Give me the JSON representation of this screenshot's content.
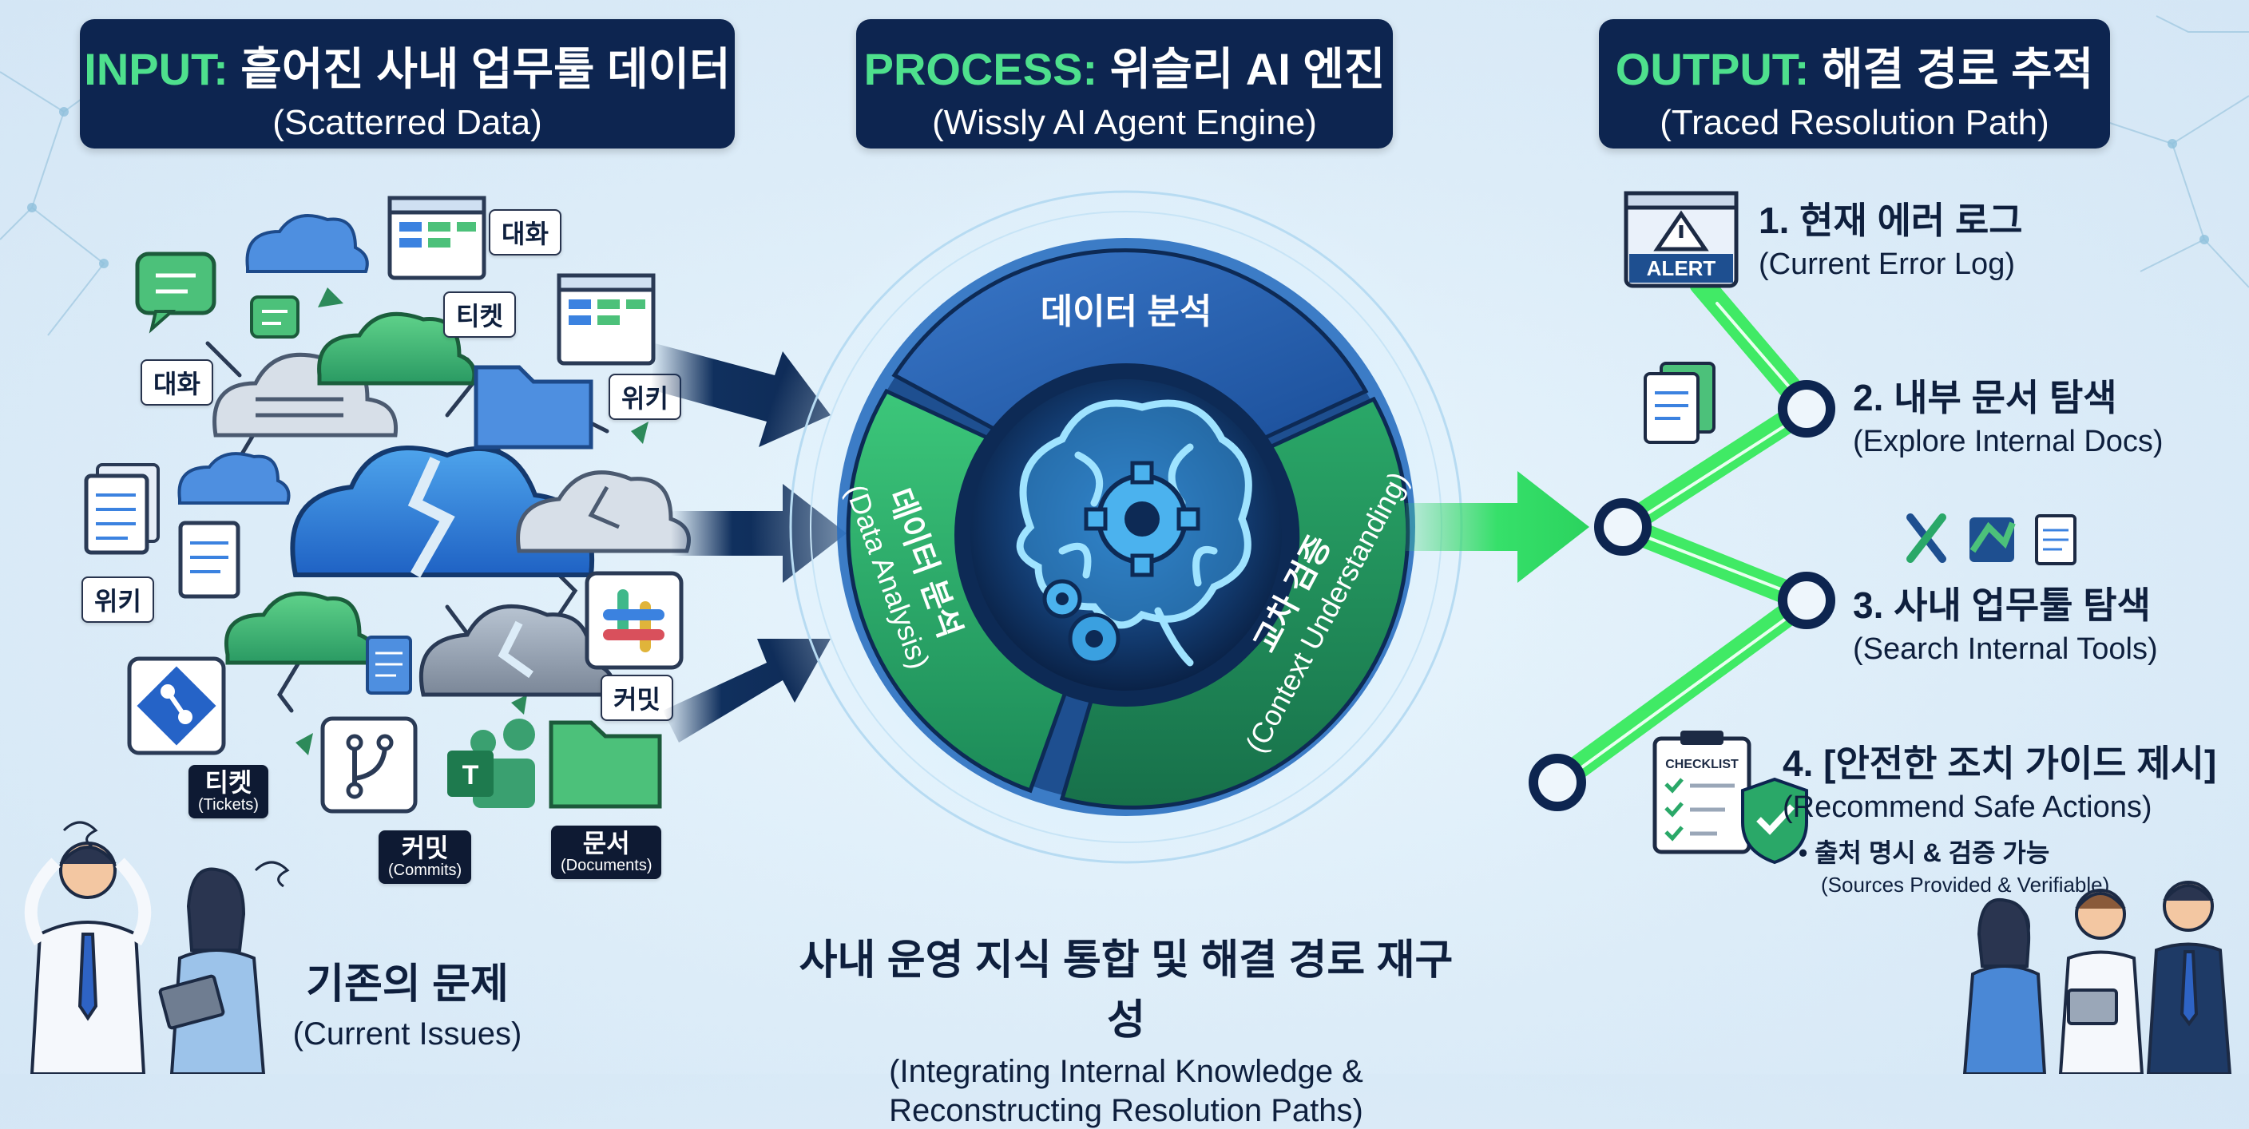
{
  "headers": {
    "input": {
      "prefix": "INPUT:",
      "title": "흩어진 사내 업무툴 데이터",
      "subtitle": "(Scatterred Data)"
    },
    "process": {
      "prefix": "PROCESS:",
      "title": "위슬리 AI 엔진",
      "subtitle": "(Wissly AI Agent Engine)"
    },
    "output": {
      "prefix": "OUTPUT:",
      "title": "해결 경로 추적",
      "subtitle": "(Traced Resolution Path)"
    }
  },
  "input_labels": {
    "chat_top": "대화",
    "ticket_top": "티켓",
    "chat_left": "대화",
    "wiki_right": "위키",
    "wiki_left": "위키",
    "commit_right": "커밋",
    "ticket_bottom": {
      "ko": "티켓",
      "en": "(Tickets)"
    },
    "commit_bottom": {
      "ko": "커밋",
      "en": "(Commits)"
    },
    "document_bottom": {
      "ko": "문서",
      "en": "(Documents)"
    }
  },
  "input_caption": {
    "ko": "기존의 문제",
    "en": "(Current Issues)"
  },
  "engine": {
    "top_segment": "데이터 분석",
    "left_segment": {
      "ko": "데이터 분석",
      "en": "(Data Analysis)"
    },
    "right_segment": {
      "ko": "교차 검증",
      "en": "(Context Understanding)"
    }
  },
  "process_caption": {
    "ko": "사내 운영 지식 통합 및 해결 경로 재구성",
    "en1": "(Integrating Internal Knowledge &",
    "en2": "Reconstructing Resolution Paths)"
  },
  "output_steps": [
    {
      "title": "1. 현재 에러 로그",
      "subtitle": "(Current Error Log)"
    },
    {
      "title": "2. 내부 문서 탐색",
      "subtitle": "(Explore Internal Docs)"
    },
    {
      "title": "3. 사내 업무툴 탐색",
      "subtitle": "(Search Internal Tools)"
    },
    {
      "title": "4. [안전한 조치 가이드 제시]",
      "subtitle": "(Recommend Safe Actions)",
      "bullet": "출처 명시 & 검증 가능",
      "bullet_sub": "(Sources Provided & Verifiable)"
    }
  ],
  "icon_text": {
    "alert": "ALERT",
    "checklist": "CHECKLIST"
  },
  "colors": {
    "navy": "#0d2550",
    "green": "#4ee08d",
    "path_green": "#3ef06a",
    "blue": "#2f7fd6"
  }
}
